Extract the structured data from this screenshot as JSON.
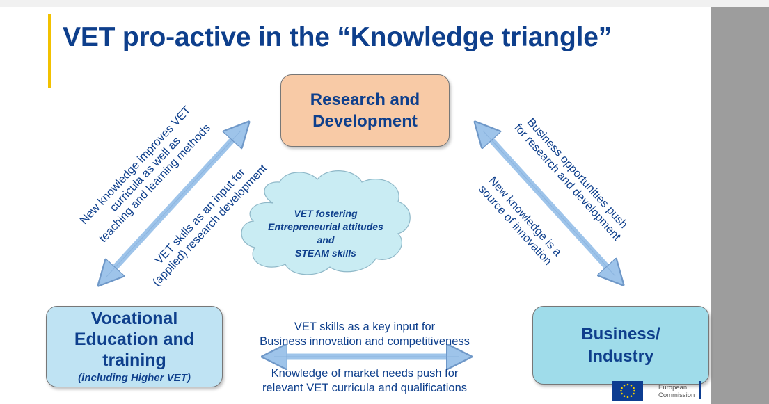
{
  "slide": {
    "title": "VET pro-active in the “Knowledge triangle”"
  },
  "nodes": {
    "research": {
      "line1": "Research and",
      "line2": "Development"
    },
    "vet": {
      "line1": "Vocational",
      "line2": "Education and",
      "line3": "training",
      "sub": "(including Higher VET)"
    },
    "business": {
      "line1": "Business/",
      "line2": "Industry"
    }
  },
  "cloud": {
    "line1": "VET fostering",
    "line2": "Entrepreneurial attitudes",
    "line3": "and",
    "line4": "STEAM skills"
  },
  "edges": {
    "left_outer": {
      "line1": "New knowledge improves VET",
      "line2": "curricula as well as",
      "line3": "teaching and learning methods"
    },
    "left_inner": {
      "line1": "VET skills as an input for",
      "line2": "(applied) research development"
    },
    "right_outer": {
      "line1": "Business opportunities push",
      "line2": "for research and development"
    },
    "right_inner": {
      "line1": "New knowledge is a",
      "line2": "source of innovation"
    },
    "bottom_top": {
      "line1": "VET skills as a key input for",
      "line2": "Business innovation and competitiveness"
    },
    "bottom_bottom": {
      "line1": "Knowledge of market needs push for",
      "line2": "relevant VET curricula and qualifications"
    }
  },
  "logo": {
    "line1": "European",
    "line2": "Commission"
  },
  "colors": {
    "title": "#0e3f8c",
    "accent": "#f2c100",
    "research_box": "#f8caa6",
    "vet_box": "#bfe3f3",
    "business_box": "#9fdcea",
    "cloud": "#c9ecf3",
    "arrow": "#9ec4ea"
  }
}
